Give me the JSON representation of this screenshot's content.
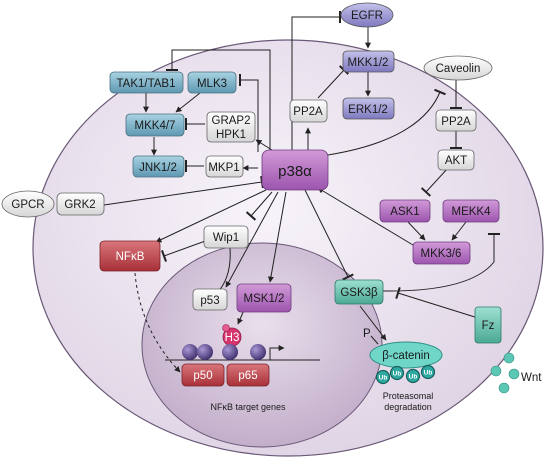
{
  "nodes": {
    "egfr": "EGFR",
    "mkk12": "MKK1/2",
    "erk12": "ERK1/2",
    "caveolin": "Caveolin",
    "pp2a_top": "PP2A",
    "pp2a_right": "PP2A",
    "akt": "AKT",
    "tak1": "TAK1/TAB1",
    "mlk3": "MLK3",
    "mkk47": "MKK4/7",
    "grap2": "GRAP2",
    "hpk1": "HPK1",
    "jnk12": "JNK1/2",
    "mkp1": "MKP1",
    "p38": "p38α",
    "gpcr": "GPCR",
    "grk2": "GRK2",
    "ask1": "ASK1",
    "mekk4": "MEKK4",
    "mkk36": "MKK3/6",
    "wip1": "Wip1",
    "nfkb": "NFκB",
    "p53": "p53",
    "msk12": "MSK1/2",
    "h3": "H3",
    "p50": "p50",
    "p65": "p65",
    "gsk3b": "GSK3β",
    "p_label": "P",
    "bcatenin": "β-catenin",
    "ub": "Ub",
    "fz": "Fz",
    "wnt": "Wnt"
  },
  "captions": {
    "target_genes": "NFκB target genes",
    "proteasomal_line1": "Proteasomal",
    "proteasomal_line2": "degradation"
  },
  "colors": {
    "cell_fill": "#ede5f0",
    "nucleus_fill": "#d8c8dc",
    "purple_node": "#b46fc4",
    "blue_node": "#7fb3c8",
    "lavender_node": "#9a96d2",
    "grey_node": "#ececec",
    "red_node": "#c0484f",
    "teal_node": "#6cc2b0",
    "catenin": "#6fd6c8",
    "ub_ring": "#1f8a86",
    "dna_ball": "#5b4a8c",
    "h3_pink": "#e0407a"
  }
}
